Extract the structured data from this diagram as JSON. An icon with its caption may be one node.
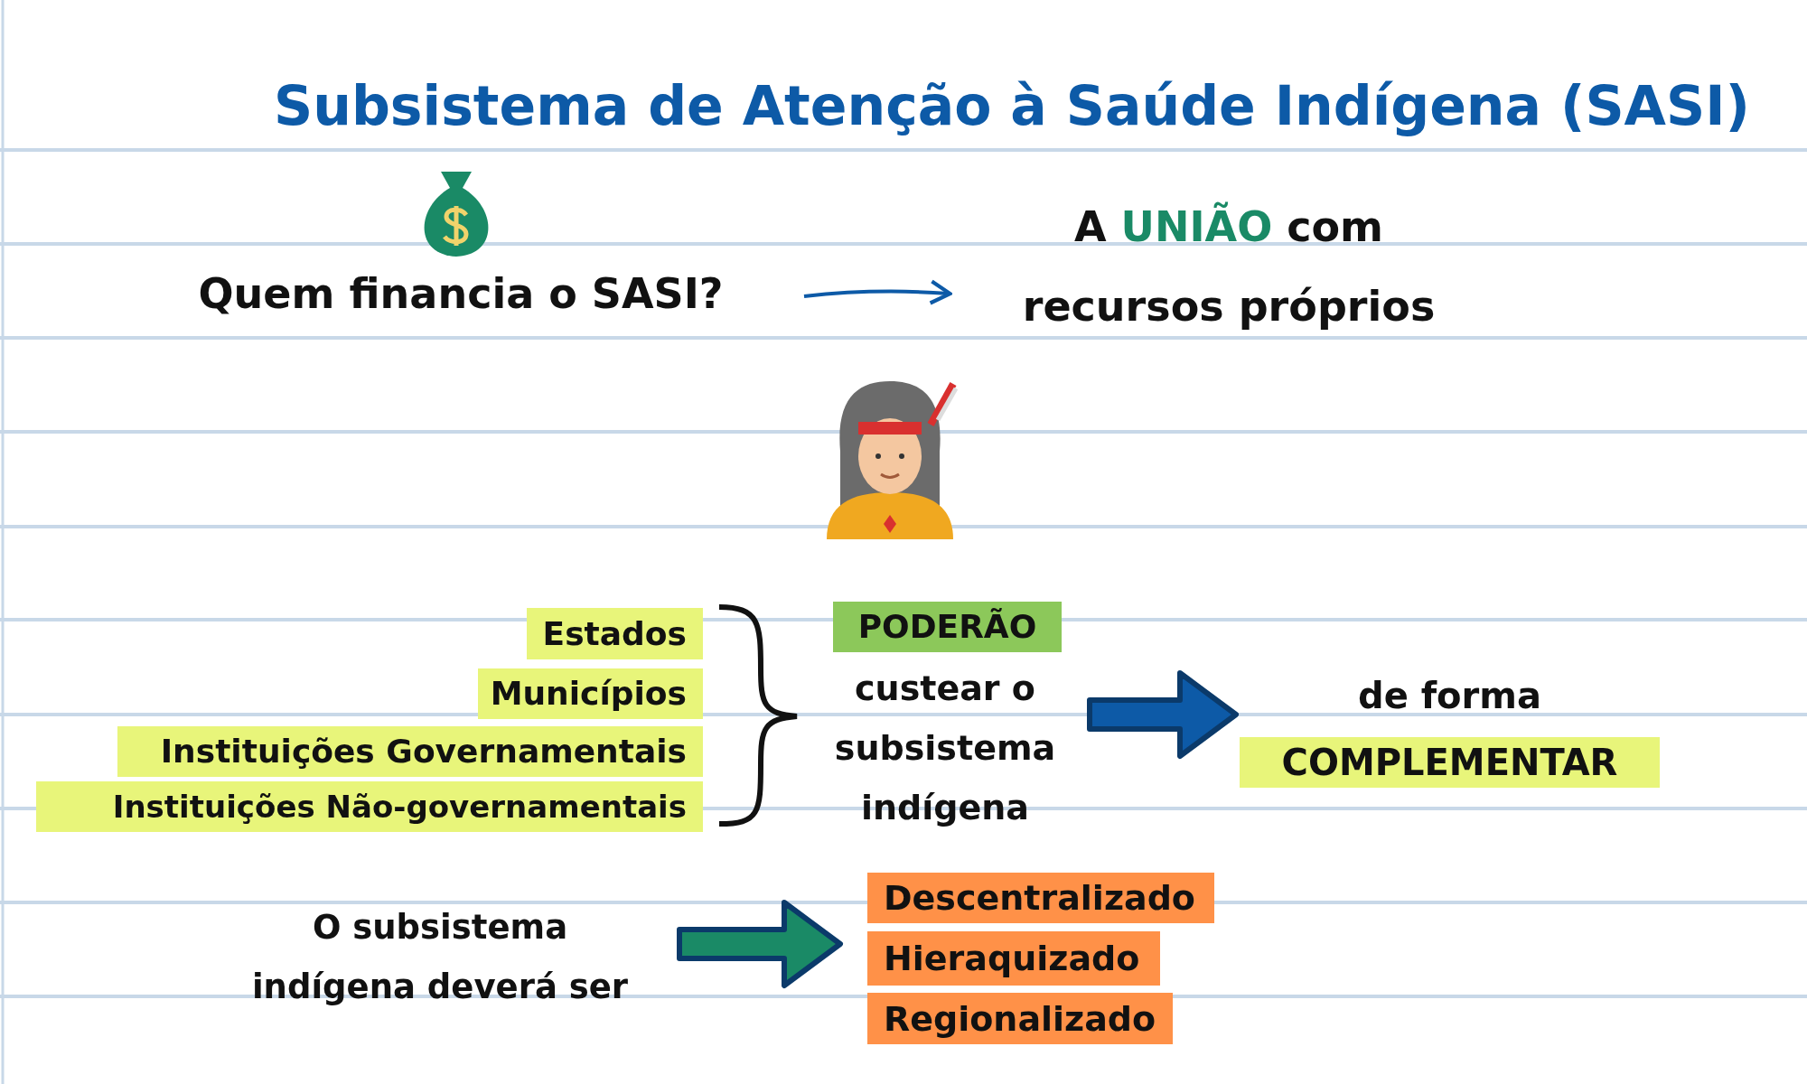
{
  "diagram": {
    "title": "Subsistema de Atenção à Saúde Indígena (SASI)",
    "nodes": [
      {
        "text": [
          "Quem financia o SASI?"
        ]
      },
      {
        "text": [
          "A **UNIÃO** com recursos próprios"
        ]
      },
      {
        "text": [
          "Estados"
        ]
      },
      {
        "text": [
          "Municípios"
        ]
      },
      {
        "text": [
          "Instituições Governamentais"
        ]
      },
      {
        "text": [
          "Instituições Não-governamentais"
        ]
      },
      {
        "text": [
          "PODERÃO"
        ]
      },
      {
        "text": [
          "custear o subsistema indígena"
        ]
      },
      {
        "text": [
          "de forma"
        ]
      },
      {
        "text": [
          "COMPLEMENTAR"
        ]
      },
      {
        "text": [
          "O subsistema indígena deverá ser"
        ]
      },
      {
        "text": [
          "Descentralizado"
        ]
      },
      {
        "text": [
          "Hieraquizado"
        ]
      },
      {
        "text": [
          "Regionalizado"
        ]
      }
    ],
    "edges": [
      {
        "from": 0,
        "to": 1,
        "arrow": "to"
      },
      {
        "from": 7,
        "to": 8,
        "arrow": "to",
        "style": "thick"
      },
      {
        "from": 10,
        "to": 12,
        "arrow": "to",
        "style": "thick",
        "color": "#1a8a66"
      }
    ]
  }
}
